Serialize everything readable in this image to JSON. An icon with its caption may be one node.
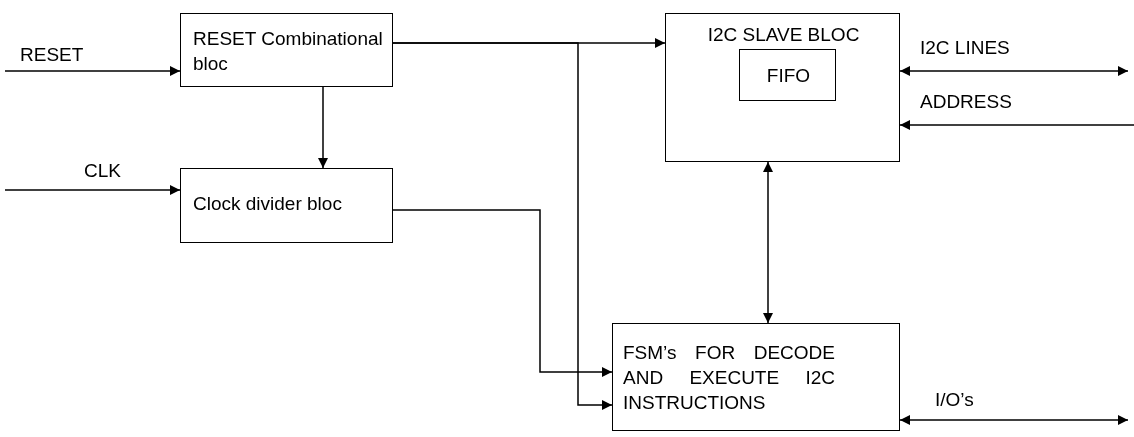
{
  "diagram": {
    "nodes": [
      {
        "text": [
          "RESET Combinational bloc"
        ]
      },
      {
        "text": [
          "Clock divider bloc"
        ]
      },
      {
        "text": [
          "I2C SLAVE BLOC"
        ]
      },
      {
        "text": [
          "FIFO"
        ],
        "in": 2
      },
      {
        "text": [
          "FSM’s FOR DECODE AND EXECUTE I2C INSTRUCTIONS"
        ]
      }
    ],
    "edges": [
      {
        "from": null,
        "to": 0,
        "arrow": "to",
        "label": "RESET"
      },
      {
        "from": 0,
        "to": 1,
        "arrow": "to"
      },
      {
        "from": null,
        "to": 1,
        "arrow": "to",
        "label": "CLK"
      },
      {
        "from": 0,
        "to": 2,
        "arrow": "to"
      },
      {
        "from": 0,
        "to": 4,
        "arrow": "to"
      },
      {
        "from": 1,
        "to": 4,
        "arrow": "to"
      },
      {
        "from": 2,
        "to": 4,
        "arrow": "both"
      },
      {
        "from": 2,
        "to": null,
        "arrow": "both",
        "label": "I2C LINES"
      },
      {
        "from": null,
        "to": 2,
        "arrow": "to",
        "label": "ADDRESS"
      },
      {
        "from": 4,
        "to": null,
        "arrow": "both",
        "label": "I/O’s"
      }
    ]
  }
}
